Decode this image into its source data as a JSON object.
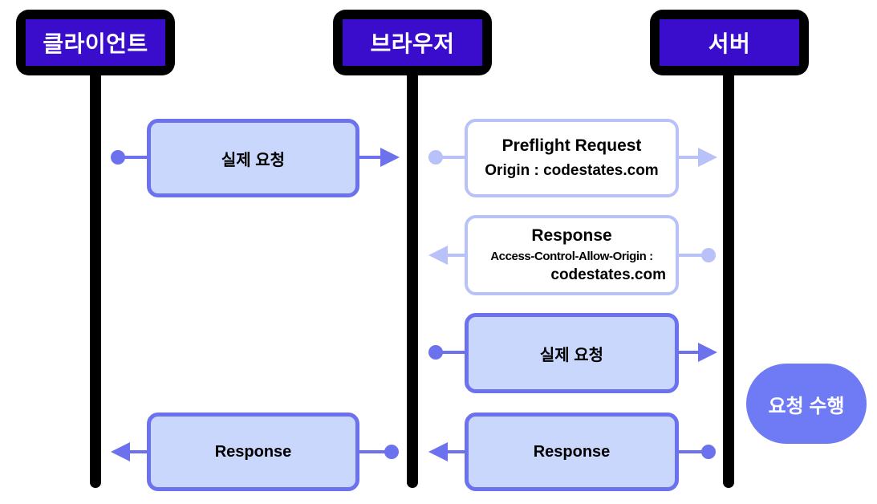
{
  "actors": {
    "client": "클라이언트",
    "browser": "브라우저",
    "server": "서버"
  },
  "messages": {
    "client_to_browser": "실제 요청",
    "preflight_title": "Preflight Request",
    "preflight_origin": "Origin : codestates.com",
    "response_title": "Response",
    "response_header": "Access-Control-Allow-Origin :",
    "response_value": "codestates.com",
    "browser_to_server": "실제 요청",
    "server_to_browser": "Response",
    "browser_to_client": "Response"
  },
  "server_action": "요청 수행",
  "colors": {
    "actor_fill": "#3a0ccc",
    "actor_border": "#000000",
    "solid_fill": "#c9d7fc",
    "solid_stroke": "#6c72ee",
    "light_stroke": "#b8c1f8",
    "exec_fill": "#6f7bf5"
  }
}
